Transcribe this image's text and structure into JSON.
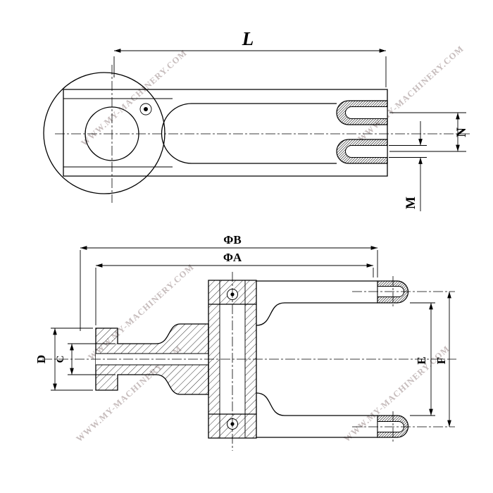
{
  "page": {
    "background": "#ffffff",
    "line_color": "#000000",
    "watermark_color": "#c6bcbc",
    "section_fill": "#111111"
  },
  "drawing": {
    "watermark": "WWW.MY-MACHINERY.COM",
    "top_view": {
      "dim_length": "L",
      "dim_pin_spacing": "N",
      "dim_pin_offset": "M"
    },
    "bottom_view": {
      "dim_outer_diameter": "ΦB",
      "dim_inner_diameter": "ΦA",
      "dim_flange": "D",
      "dim_shaft": "C",
      "dim_arm_inner": "E",
      "dim_arm_outer": "F"
    }
  }
}
